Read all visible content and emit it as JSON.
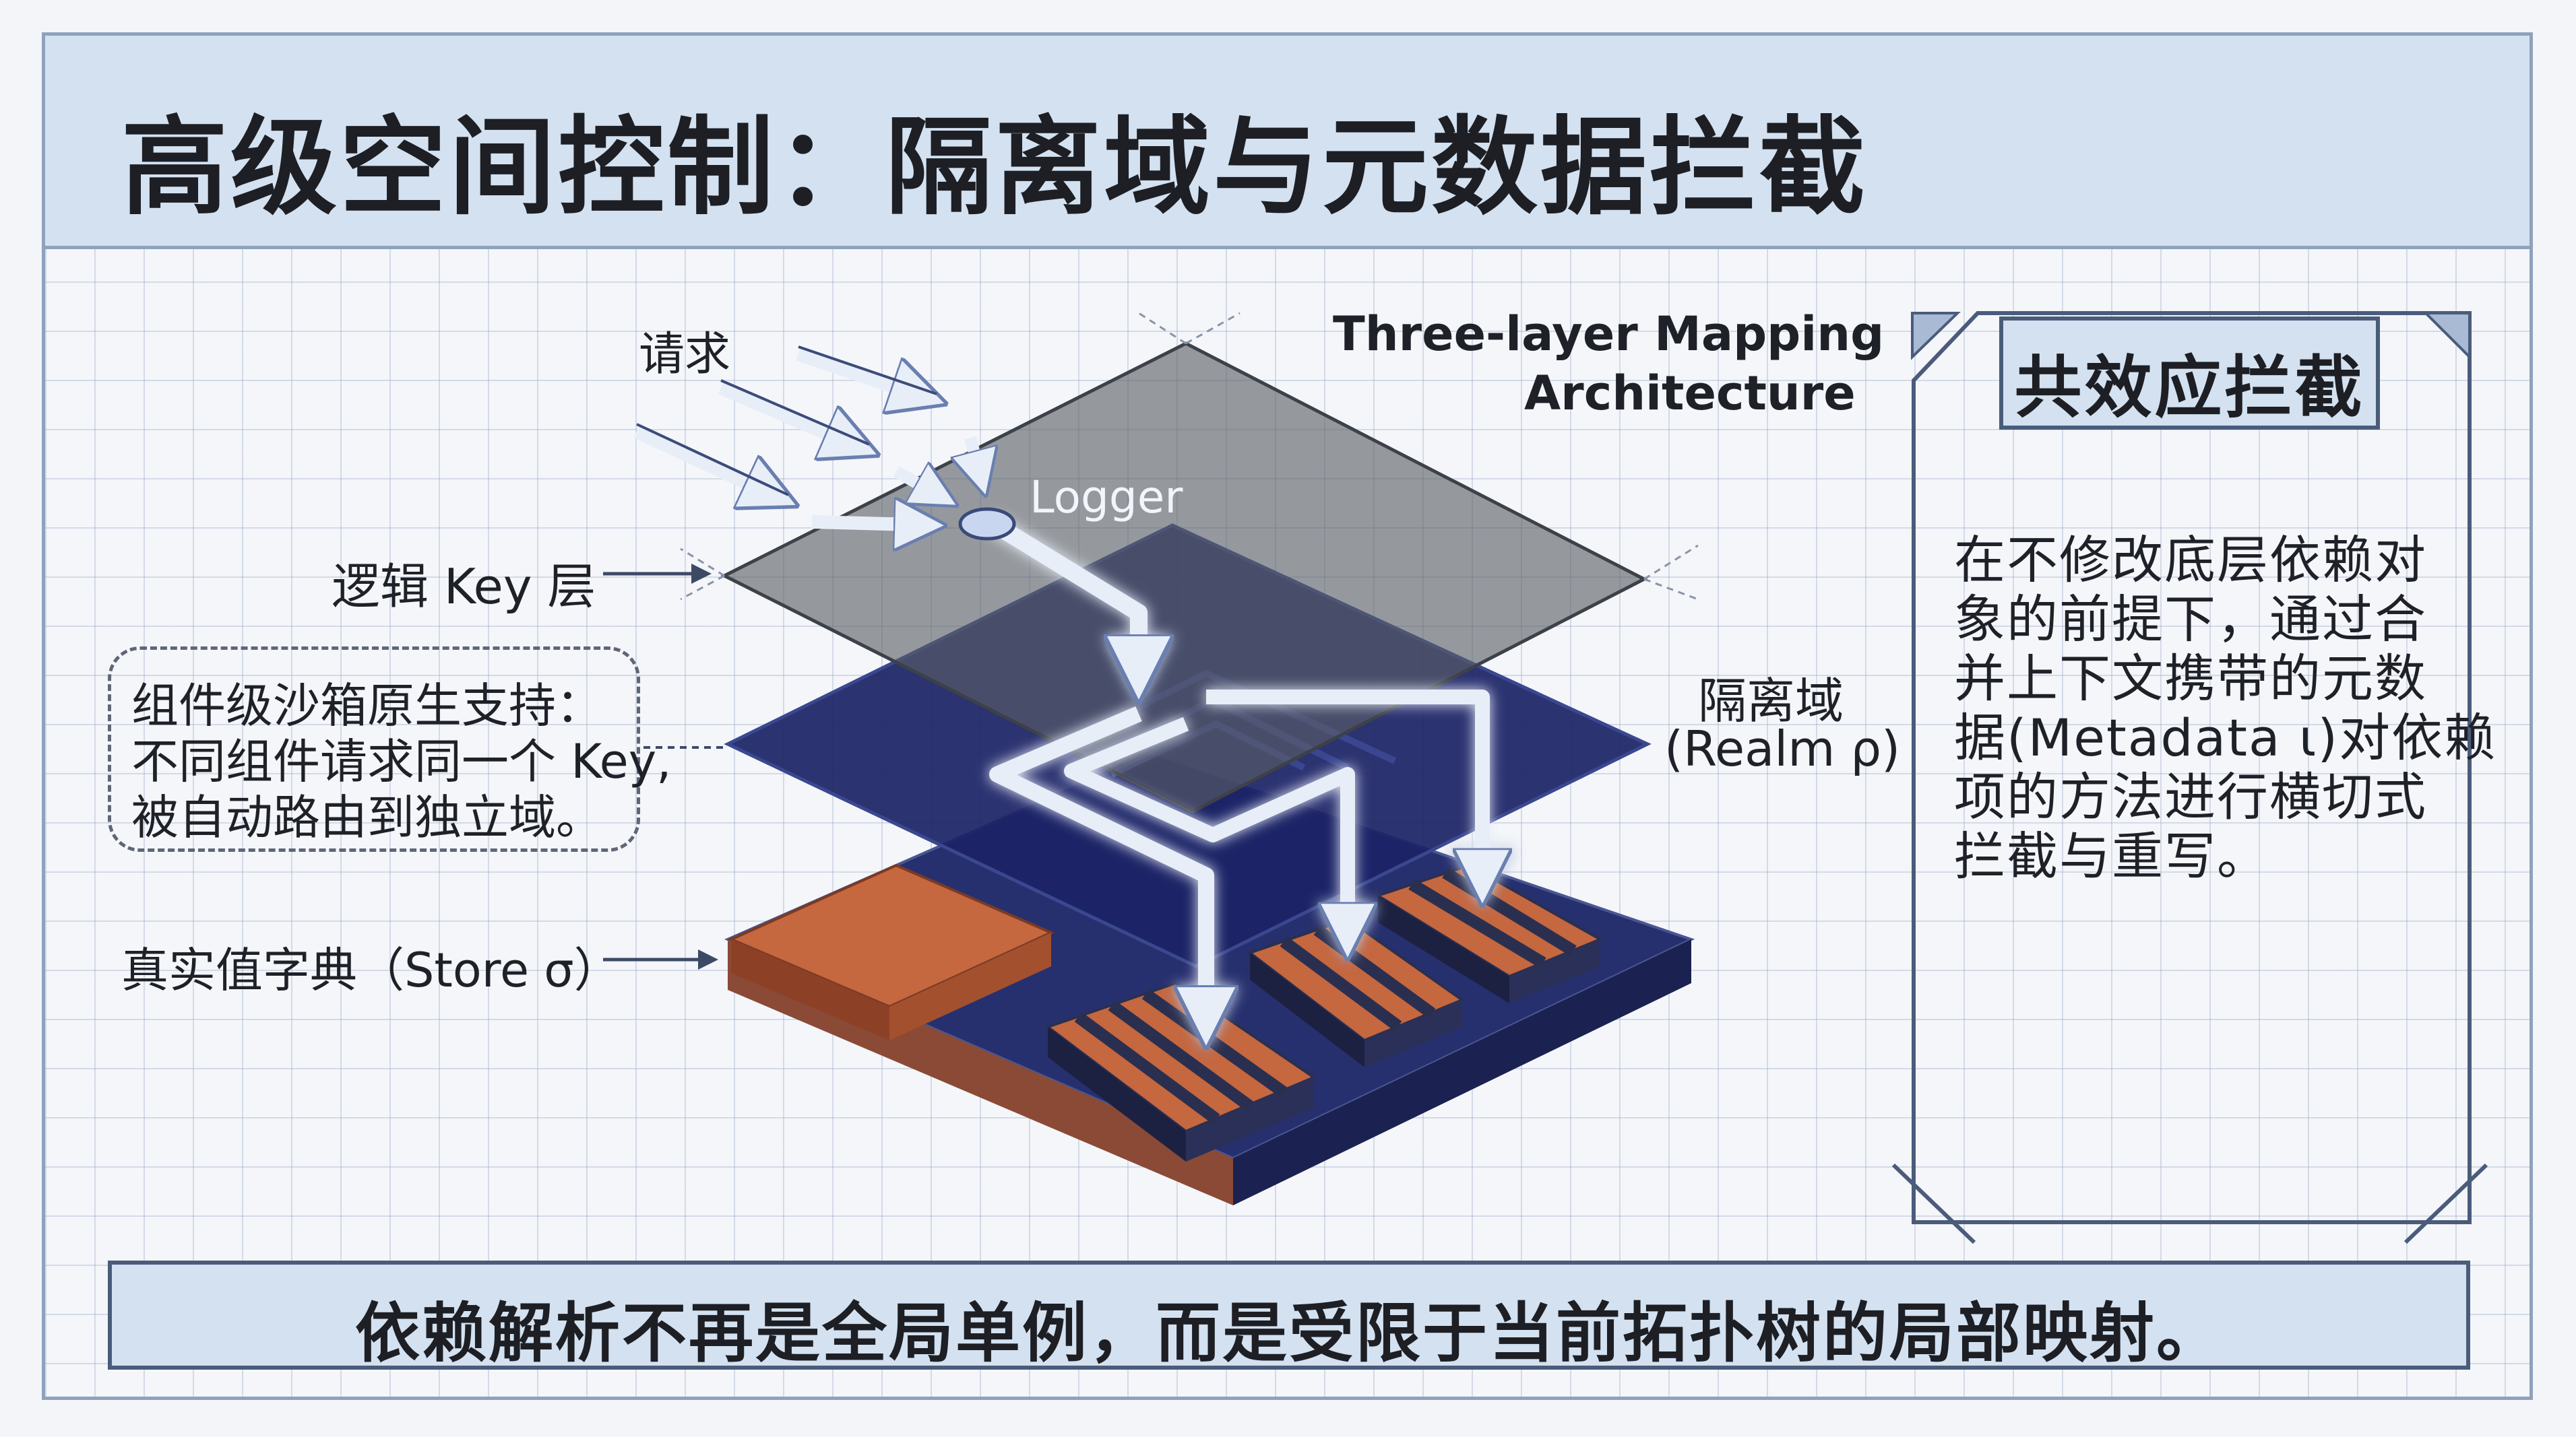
{
  "title": "高级空间控制：隔离域与元数据拦截",
  "diagram": {
    "arch_title_line1": "Three-layer Mapping",
    "arch_title_line2": "Architecture",
    "request_label": "请求",
    "logger_label": "Logger",
    "key_layer_label": "逻辑 Key 层",
    "realm_label_line1": "隔离域",
    "realm_label_line2": "(Realm ρ)",
    "store_label": "真实值字典（Store σ）",
    "note_lines": [
      "组件级沙箱原生支持：",
      "不同组件请求同一个 Key,",
      "被自动路由到独立域。"
    ]
  },
  "side_panel": {
    "title": "共效应拦截",
    "lines": [
      "在不修改底层依赖对",
      "象的前提下，通过合",
      "并上下文携带的元数",
      "据(Metadata ι)对依赖",
      "项的方法进行横切式",
      "拦截与重写。"
    ]
  },
  "footer": "依赖解析不再是全局单例，而是受限于当前拓扑树的局部映射。",
  "colors": {
    "title_band": "#d3e1f0",
    "key_layer": "#5a5f66",
    "realm_layer": "#1c2466",
    "store_base": "#27306e",
    "store_accent": "#c5673f",
    "flow_arrow": "#e8eef8"
  }
}
